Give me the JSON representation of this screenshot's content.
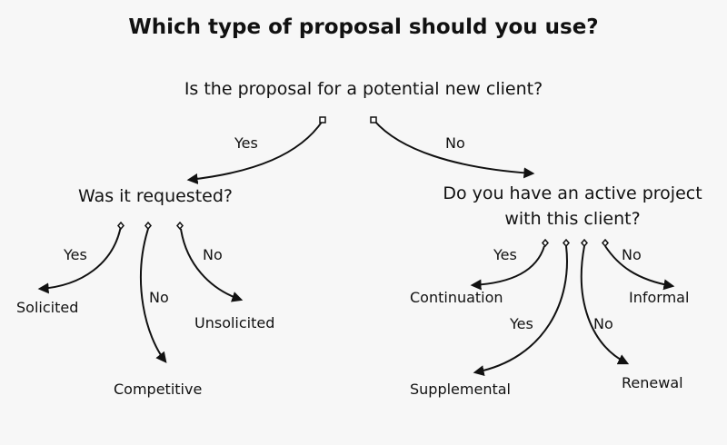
{
  "title": "Which type of proposal should you use?",
  "root": {
    "question": "Is the proposal for a potential new client?",
    "yes_label": "Yes",
    "no_label": "No"
  },
  "new_client": {
    "question": "Was it requested?",
    "branches": [
      {
        "label": "Yes",
        "outcome": "Solicited"
      },
      {
        "label": "No",
        "outcome": "Competitive"
      },
      {
        "label": "No",
        "outcome": "Unsolicited"
      }
    ]
  },
  "existing_client": {
    "question_line1": "Do you have an active project",
    "question_line2": "with this client?",
    "branches": [
      {
        "label": "Yes",
        "outcome": "Continuation"
      },
      {
        "label": "Yes",
        "outcome": "Supplemental"
      },
      {
        "label": "No",
        "outcome": "Renewal"
      },
      {
        "label": "No",
        "outcome": "Informal"
      }
    ]
  },
  "colors": {
    "background": "#f7f7f7",
    "ink": "#111111"
  }
}
